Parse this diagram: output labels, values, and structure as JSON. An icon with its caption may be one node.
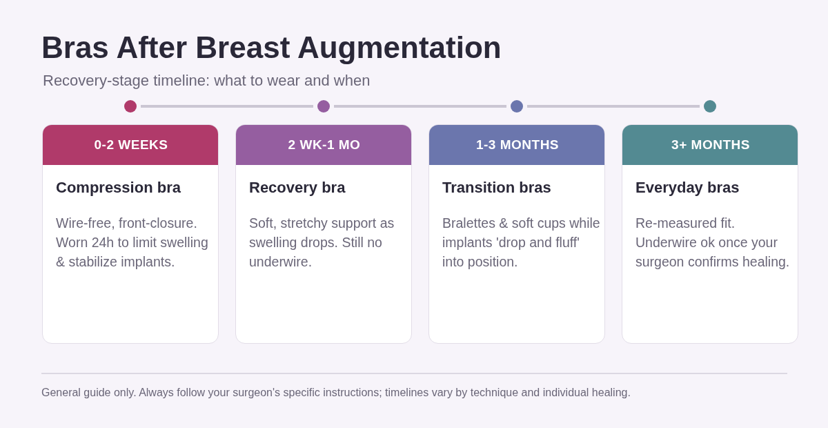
{
  "diagram": {
    "title": "Bras After Breast Augmentation",
    "caption": "General guide only. Always follow your surgeon's specific instructions; timelines vary by technique and individual healing.",
    "nodes": [
      {
        "text": [],
        "shape": "circle"
      },
      {
        "text": [],
        "shape": "circle"
      },
      {
        "text": [],
        "shape": "circle"
      },
      {
        "text": [],
        "shape": "circle"
      },
      {
        "text": [
          "0-2 WEEKS",
          "Compression bra",
          "Wire-free, front-closure. Worn 24h to limit swelling & stabilize implants."
        ]
      },
      {
        "text": [
          "2 WK-1 MO",
          "Recovery bra",
          "Soft, stretchy support as swelling drops. Still no underwire."
        ]
      },
      {
        "text": [
          "1-3 MONTHS",
          "Transition bras",
          "Bralettes & soft cups while implants 'drop and fluff' into position."
        ]
      },
      {
        "text": [
          "3+ MONTHS",
          "Everyday bras",
          "Re-measured fit. Underwire ok once your surgeon confirms healing."
        ]
      }
    ],
    "edges": [
      {
        "from": 0,
        "to": 1,
        "arrow": "none"
      },
      {
        "from": 1,
        "to": 2,
        "arrow": "none"
      },
      {
        "from": 2,
        "to": 3,
        "arrow": "none"
      }
    ],
    "labels": [
      "Recovery-stage timeline: what to wear and when"
    ]
  }
}
